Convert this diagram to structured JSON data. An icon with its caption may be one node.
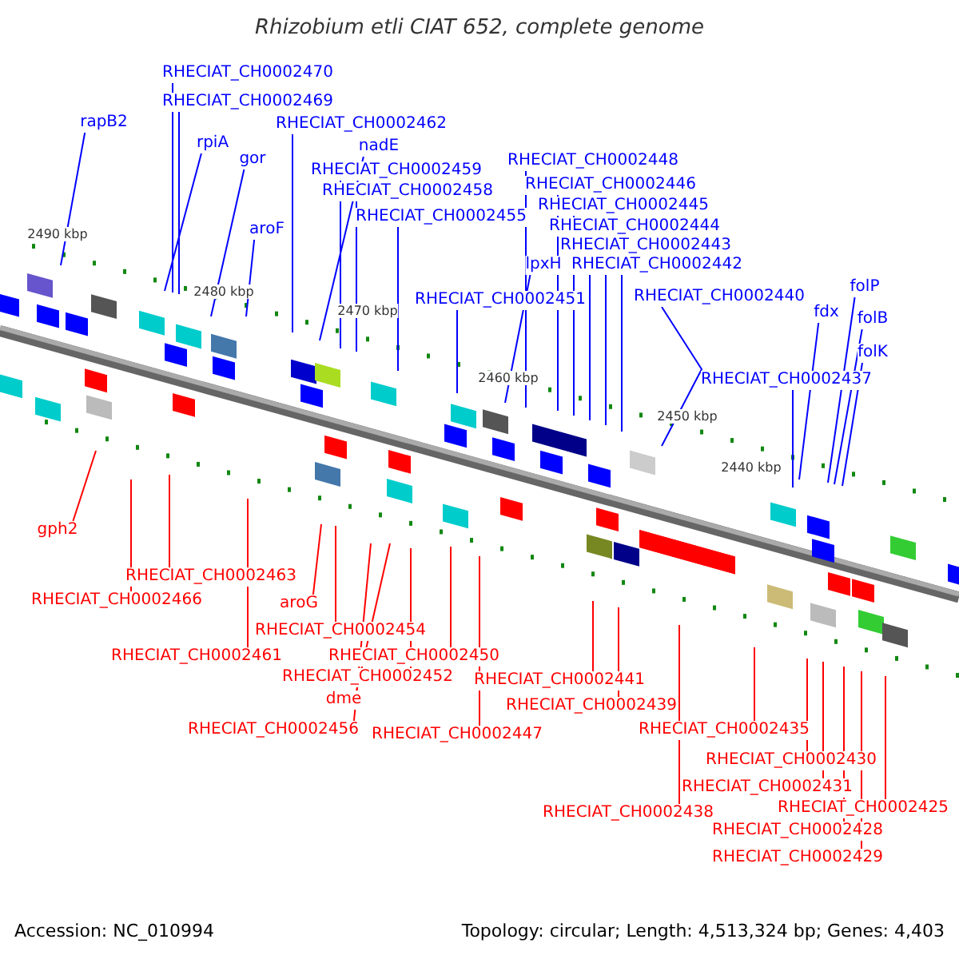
{
  "diagram": {
    "title": "Rhizobium etli CIAT 652, complete genome",
    "nodes": [
      {
        "text": [
          "rapB2"
        ]
      },
      {
        "text": [
          "RHECIAT_CH0002470"
        ]
      },
      {
        "text": [
          "RHECIAT_CH0002469"
        ]
      },
      {
        "text": [
          "rpiA"
        ]
      },
      {
        "text": [
          "gor"
        ]
      },
      {
        "text": [
          "aroF"
        ]
      },
      {
        "text": [
          "RHECIAT_CH0002462"
        ]
      },
      {
        "text": [
          "nadE"
        ]
      },
      {
        "text": [
          "RHECIAT_CH0002459"
        ]
      },
      {
        "text": [
          "RHECIAT_CH0002458"
        ]
      },
      {
        "text": [
          "RHECIAT_CH0002455"
        ]
      },
      {
        "text": [
          "RHECIAT_CH0002451"
        ]
      },
      {
        "text": [
          "lpxH"
        ]
      },
      {
        "text": [
          "RHECIAT_CH0002448"
        ]
      },
      {
        "text": [
          "RHECIAT_CH0002446"
        ]
      },
      {
        "text": [
          "RHECIAT_CH0002445"
        ]
      },
      {
        "text": [
          "RHECIAT_CH0002444"
        ]
      },
      {
        "text": [
          "RHECIAT_CH0002443"
        ]
      },
      {
        "text": [
          "RHECIAT_CH0002442"
        ]
      },
      {
        "text": [
          "RHECIAT_CH0002440"
        ]
      },
      {
        "text": [
          "RHECIAT_CH0002437"
        ]
      },
      {
        "text": [
          "fdx"
        ]
      },
      {
        "text": [
          "folP"
        ]
      },
      {
        "text": [
          "folB"
        ]
      },
      {
        "text": [
          "folK"
        ]
      },
      {
        "text": [
          "gph2"
        ]
      },
      {
        "text": [
          "RHECIAT_CH0002463"
        ]
      },
      {
        "text": [
          "RHECIAT_CH0002466"
        ]
      },
      {
        "text": [
          "RHECIAT_CH0002461"
        ]
      },
      {
        "text": [
          "aroG"
        ]
      },
      {
        "text": [
          "RHECIAT_CH0002454"
        ]
      },
      {
        "text": [
          "RHECIAT_CH0002450"
        ]
      },
      {
        "text": [
          "RHECIAT_CH0002452"
        ]
      },
      {
        "text": [
          "dme"
        ]
      },
      {
        "text": [
          "RHECIAT_CH0002456"
        ]
      },
      {
        "text": [
          "RHECIAT_CH0002447"
        ]
      },
      {
        "text": [
          "RHECIAT_CH0002441"
        ]
      },
      {
        "text": [
          "RHECIAT_CH0002439"
        ]
      },
      {
        "text": [
          "RHECIAT_CH0002438"
        ]
      },
      {
        "text": [
          "RHECIAT_CH0002435"
        ]
      },
      {
        "text": [
          "RHECIAT_CH0002430"
        ]
      },
      {
        "text": [
          "RHECIAT_CH0002431"
        ]
      },
      {
        "text": [
          "RHECIAT_CH0002425"
        ]
      },
      {
        "text": [
          "RHECIAT_CH0002428"
        ]
      },
      {
        "text": [
          "RHECIAT_CH0002429"
        ]
      }
    ],
    "edges": [
      {
        "from": 0,
        "to": null,
        "arrow": "none"
      },
      {
        "from": 1,
        "to": null,
        "arrow": "none"
      },
      {
        "from": 2,
        "to": null,
        "arrow": "none"
      },
      {
        "from": 3,
        "to": null,
        "arrow": "none"
      },
      {
        "from": 4,
        "to": null,
        "arrow": "none"
      },
      {
        "from": 5,
        "to": null,
        "arrow": "none"
      },
      {
        "from": 6,
        "to": null,
        "arrow": "none"
      },
      {
        "from": 7,
        "to": null,
        "arrow": "none"
      },
      {
        "from": 8,
        "to": null,
        "arrow": "none"
      },
      {
        "from": 9,
        "to": null,
        "arrow": "none"
      },
      {
        "from": 10,
        "to": null,
        "arrow": "none"
      },
      {
        "from": 11,
        "to": null,
        "arrow": "none"
      },
      {
        "from": 12,
        "to": null,
        "arrow": "none"
      },
      {
        "from": 13,
        "to": null,
        "arrow": "none"
      },
      {
        "from": 14,
        "to": null,
        "arrow": "none"
      },
      {
        "from": 15,
        "to": null,
        "arrow": "none"
      },
      {
        "from": 16,
        "to": null,
        "arrow": "none"
      },
      {
        "from": 17,
        "to": null,
        "arrow": "none"
      },
      {
        "from": 18,
        "to": null,
        "arrow": "none"
      },
      {
        "from": 19,
        "to": null,
        "arrow": "none"
      },
      {
        "from": 20,
        "to": null,
        "arrow": "none"
      },
      {
        "from": 21,
        "to": null,
        "arrow": "none"
      },
      {
        "from": 22,
        "to": null,
        "arrow": "none"
      },
      {
        "from": 23,
        "to": null,
        "arrow": "none"
      },
      {
        "from": 24,
        "to": null,
        "arrow": "none"
      },
      {
        "from": 25,
        "to": null,
        "arrow": "none",
        "color": "#ff0000"
      },
      {
        "from": 26,
        "to": null,
        "arrow": "none",
        "color": "#ff0000"
      },
      {
        "from": 27,
        "to": null,
        "arrow": "none",
        "color": "#ff0000"
      },
      {
        "from": 28,
        "to": null,
        "arrow": "none",
        "color": "#ff0000"
      },
      {
        "from": 29,
        "to": null,
        "arrow": "none",
        "color": "#ff0000"
      },
      {
        "from": 30,
        "to": null,
        "arrow": "none",
        "color": "#ff0000"
      },
      {
        "from": 31,
        "to": null,
        "arrow": "none",
        "color": "#ff0000"
      },
      {
        "from": 32,
        "to": null,
        "arrow": "none",
        "color": "#ff0000"
      },
      {
        "from": 33,
        "to": null,
        "arrow": "none",
        "color": "#ff0000"
      },
      {
        "from": 34,
        "to": null,
        "arrow": "none",
        "color": "#ff0000"
      },
      {
        "from": 35,
        "to": null,
        "arrow": "none",
        "color": "#ff0000"
      },
      {
        "from": 36,
        "to": null,
        "arrow": "none",
        "color": "#ff0000"
      },
      {
        "from": 37,
        "to": null,
        "arrow": "none",
        "color": "#ff0000"
      },
      {
        "from": 38,
        "to": null,
        "arrow": "none",
        "color": "#ff0000"
      },
      {
        "from": 39,
        "to": null,
        "arrow": "none",
        "color": "#ff0000"
      },
      {
        "from": 40,
        "to": null,
        "arrow": "none",
        "color": "#ff0000"
      },
      {
        "from": 41,
        "to": null,
        "arrow": "none",
        "color": "#ff0000"
      },
      {
        "from": 42,
        "to": null,
        "arrow": "none",
        "color": "#ff0000"
      },
      {
        "from": 43,
        "to": null,
        "arrow": "none",
        "color": "#ff0000"
      },
      {
        "from": 44,
        "to": null,
        "arrow": "none",
        "color": "#ff0000"
      }
    ],
    "labels": [
      "2490 kbp",
      "2480 kbp",
      "2470 kbp",
      "2460 kbp",
      "2450 kbp",
      "2440 kbp",
      "Accession: NC_010994",
      "Topology: circular; Length: 4,513,324 bp; Genes: 4,403"
    ]
  }
}
